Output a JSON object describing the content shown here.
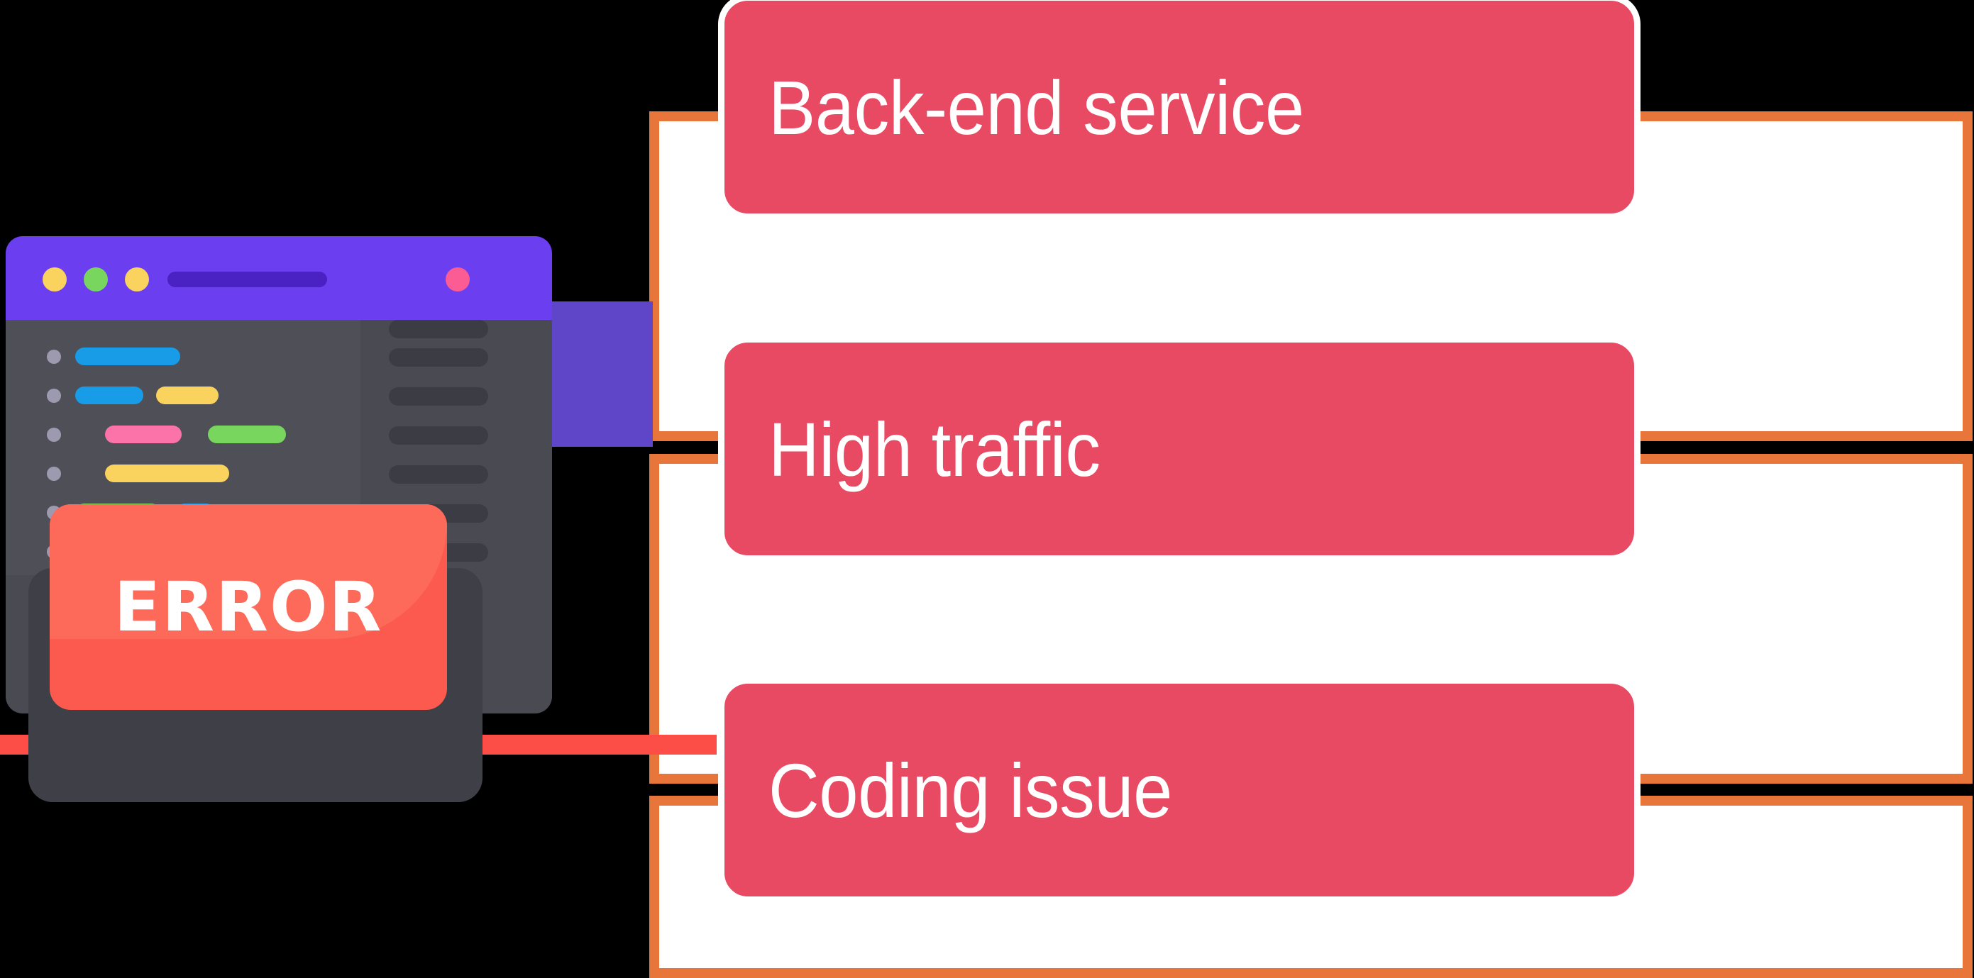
{
  "diagram": {
    "title": "Error causes diagram",
    "accent_orange": "#E8763A",
    "accent_pink": "#E84A63",
    "accent_coral": "#FC4D47",
    "accent_purple": "#6B3FEF"
  },
  "cards": [
    {
      "label": "Back-end service",
      "color": "#E84A63"
    },
    {
      "label": "High traffic",
      "color": "#E84A63"
    },
    {
      "label": "Coding issue",
      "color": "#E84A63"
    }
  ],
  "illustration": {
    "name": "error-browser-window",
    "badge_text": "ERROR",
    "titlebar_dots": [
      "yellow-dot",
      "green-dot",
      "yellow-dot"
    ],
    "notification_dot": "pink-dot",
    "url_bar": "address-bar",
    "code_lines": [
      {
        "bars": [
          {
            "color": "#189CE8",
            "width": 148
          }
        ]
      },
      {
        "bars": [
          {
            "color": "#189CE8",
            "width": 96
          },
          {
            "color": "#FAD35F",
            "width": 88
          }
        ]
      },
      {
        "bars": [
          {
            "color": "#FB73A8",
            "width": 108
          },
          {
            "color": "#78D65F",
            "width": 110
          }
        ]
      },
      {
        "bars": [
          {
            "color": "#FAD35F",
            "width": 175
          }
        ]
      },
      {
        "bars": [
          {
            "color": "#78D65F",
            "width": 120
          },
          {
            "color": "#189CE8",
            "width": 55
          }
        ]
      },
      {
        "bars": [
          {
            "color": "#189CE8",
            "width": 115
          }
        ]
      }
    ],
    "sidebar_rows": 6
  }
}
